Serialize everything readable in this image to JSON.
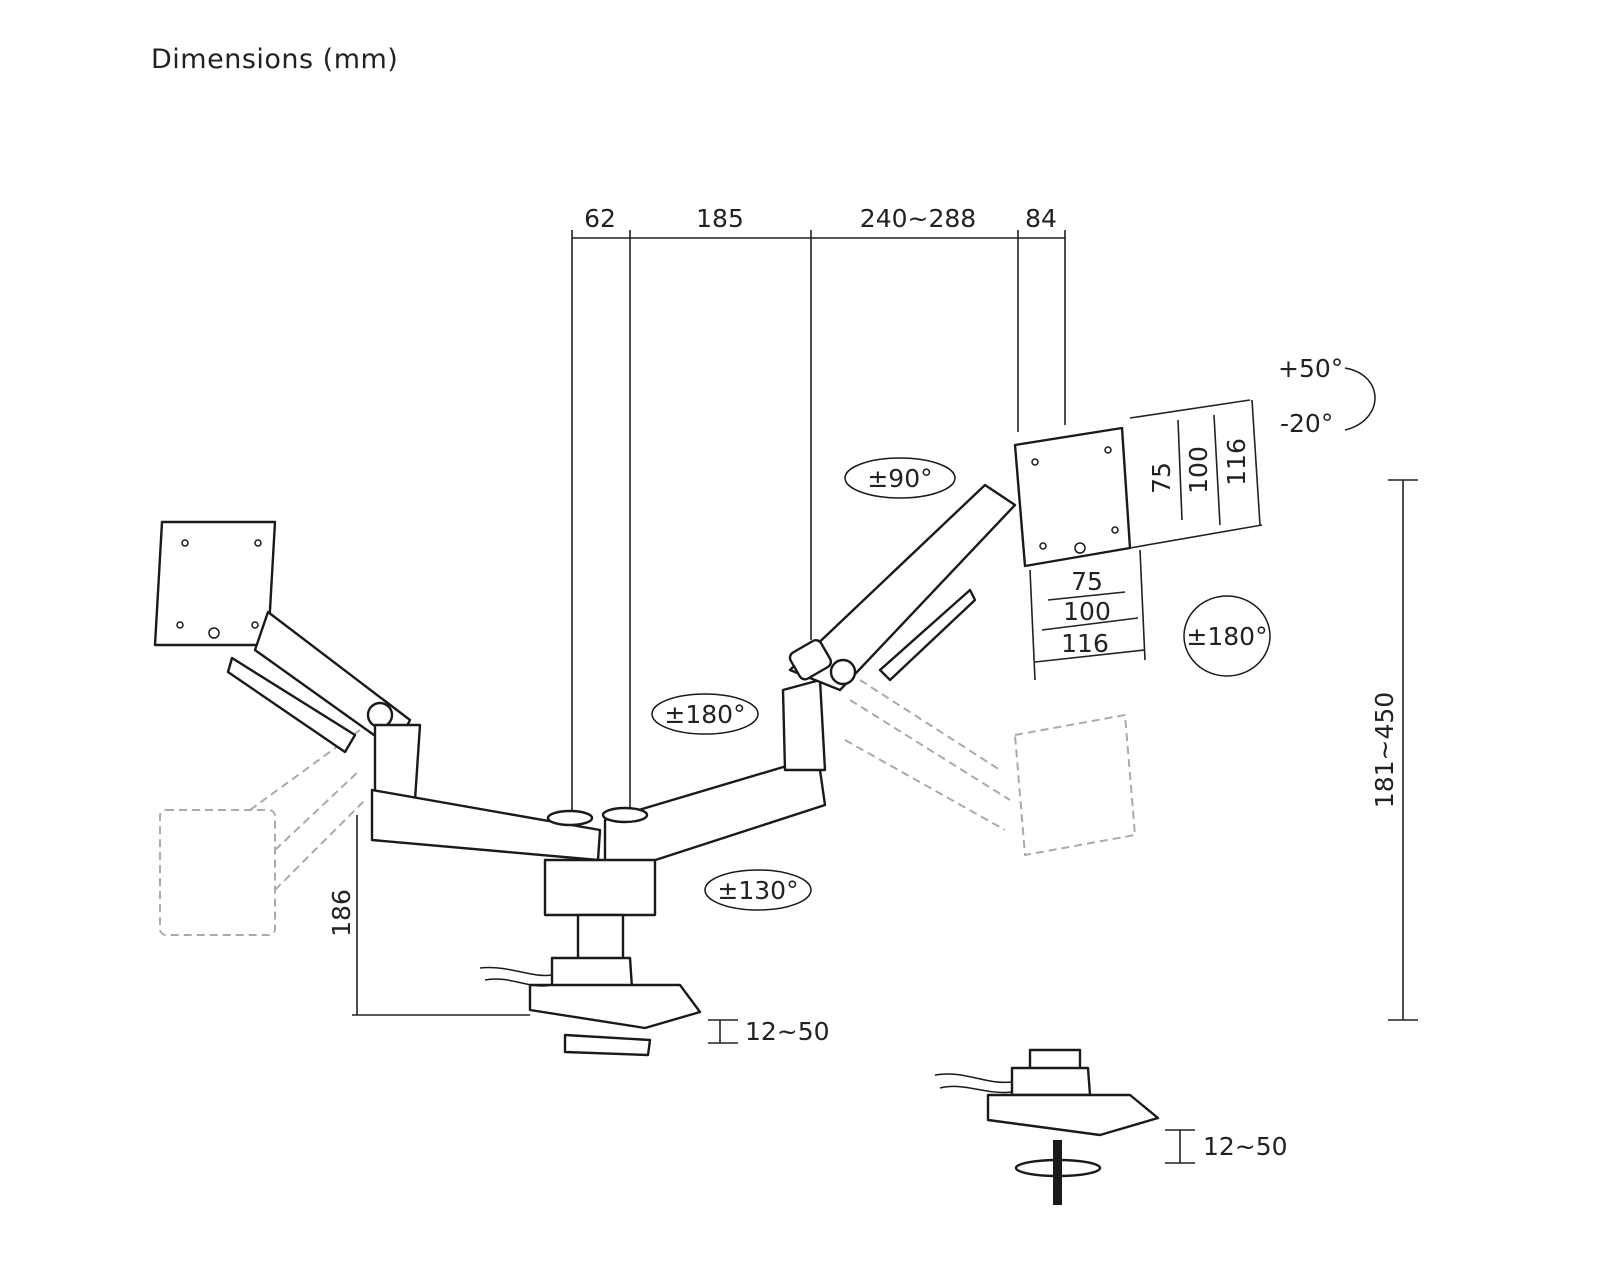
{
  "title": "Dimensions (mm)",
  "top_dimensions": [
    "62",
    "185",
    "240~288",
    "84"
  ],
  "tilt": {
    "up": "+50°",
    "down": "-20°"
  },
  "rotations": {
    "arm_tilt": "±90°",
    "screen_rotate": "±180°",
    "arm_swivel": "±180°",
    "base_swivel": "±130°"
  },
  "vesa_vertical": [
    "75",
    "100",
    "116"
  ],
  "vesa_horizontal": [
    "75",
    "100",
    "116"
  ],
  "height_range": "181~450",
  "base_height": "186",
  "desk_thickness": [
    "12~50",
    "12~50"
  ]
}
